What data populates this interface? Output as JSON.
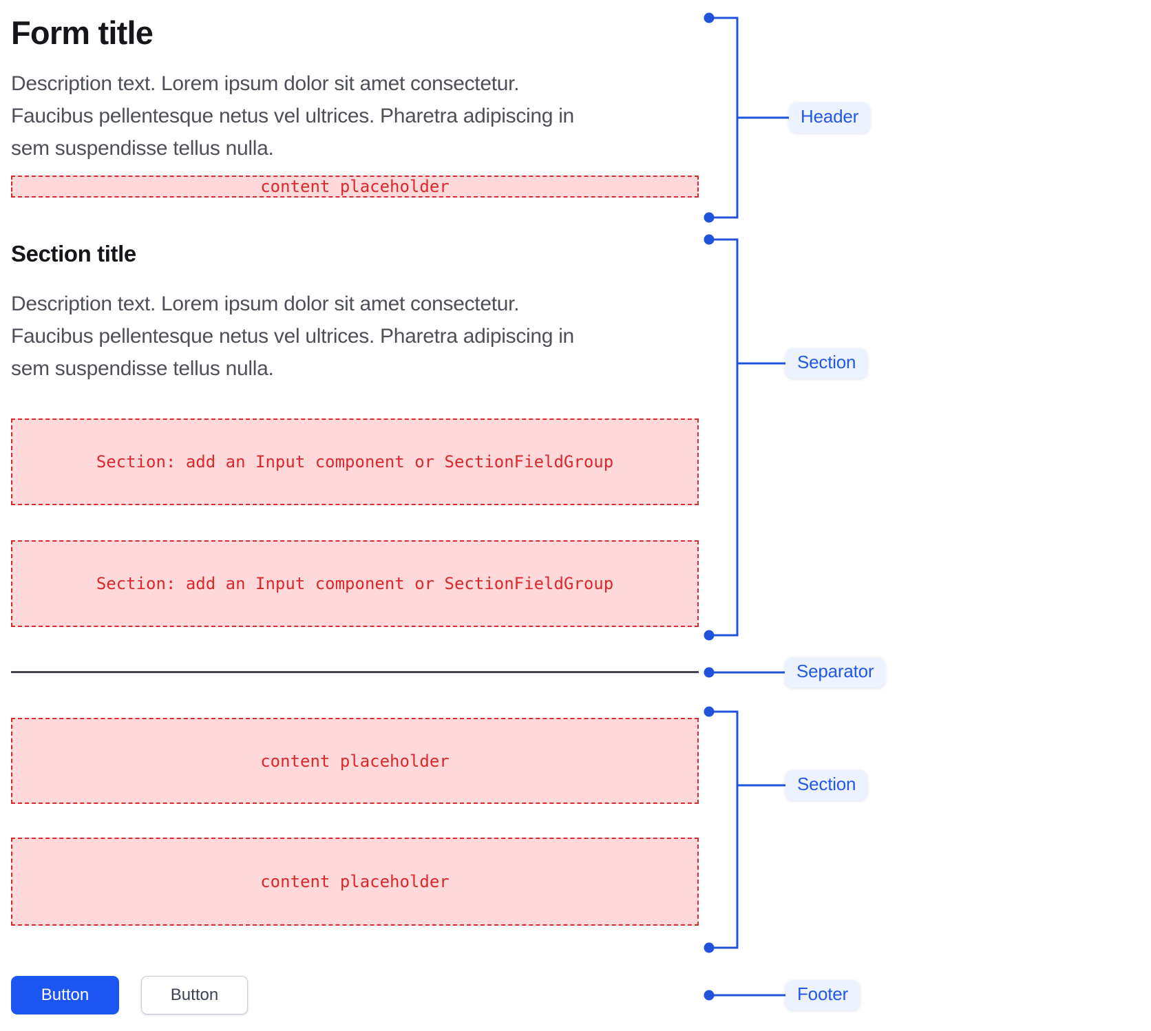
{
  "header": {
    "title": "Form title",
    "description_lines": [
      "Description text. Lorem ipsum dolor sit amet consectetur.",
      "Faucibus pellentesque netus vel ultrices. Pharetra adipiscing in",
      "sem suspendisse tellus nulla."
    ],
    "content_placeholder": "content placeholder"
  },
  "section": {
    "title": "Section title",
    "description_lines": [
      "Description text. Lorem ipsum dolor sit amet consectetur.",
      "Faucibus pellentesque netus vel ultrices. Pharetra adipiscing in",
      "sem suspendisse tellus nulla."
    ],
    "input_placeholder_1": "Section: add an Input component or SectionFieldGroup",
    "input_placeholder_2": "Section: add an Input component or SectionFieldGroup"
  },
  "section2": {
    "content_placeholder_1": "content placeholder",
    "content_placeholder_2": "content placeholder"
  },
  "footer": {
    "primary_button": "Button",
    "secondary_button": "Button"
  },
  "annotations": {
    "header": "Header",
    "section_top": "Section",
    "separator": "Separator",
    "section_bottom": "Section",
    "footer": "Footer"
  },
  "colors": {
    "annotation_blue": "#2152DC",
    "pill_bg": "#EDF3FE",
    "pill_text": "#2357E8",
    "placeholder_bg": "#FFD9D9",
    "placeholder_red": "#D9292E",
    "separator": "#42454D",
    "title_text": "#15161A",
    "description_text": "#4E5058",
    "primary_button_bg": "#1B55F2",
    "primary_button_text": "#FFFFFF",
    "secondary_button_text": "#3B4254"
  }
}
